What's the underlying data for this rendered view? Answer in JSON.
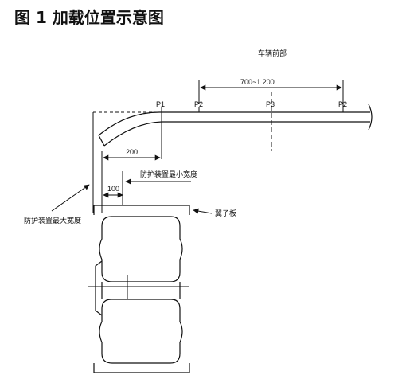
{
  "figure": {
    "title": "图 1    加载位置示意图"
  },
  "labels": {
    "vehicle_rear": "车辆前部",
    "p1": "P1",
    "p2_left": "P2",
    "p3": "P3",
    "p2_right": "P2",
    "dim_700_1200": "700~1 200",
    "dim_200": "200",
    "dim_100": "100",
    "min_width": "防护装置最小宽度",
    "max_width": "防护装置最大宽度",
    "bumper_board": "翼子板"
  },
  "colors": {
    "line": "#111111",
    "background": "#ffffff"
  }
}
